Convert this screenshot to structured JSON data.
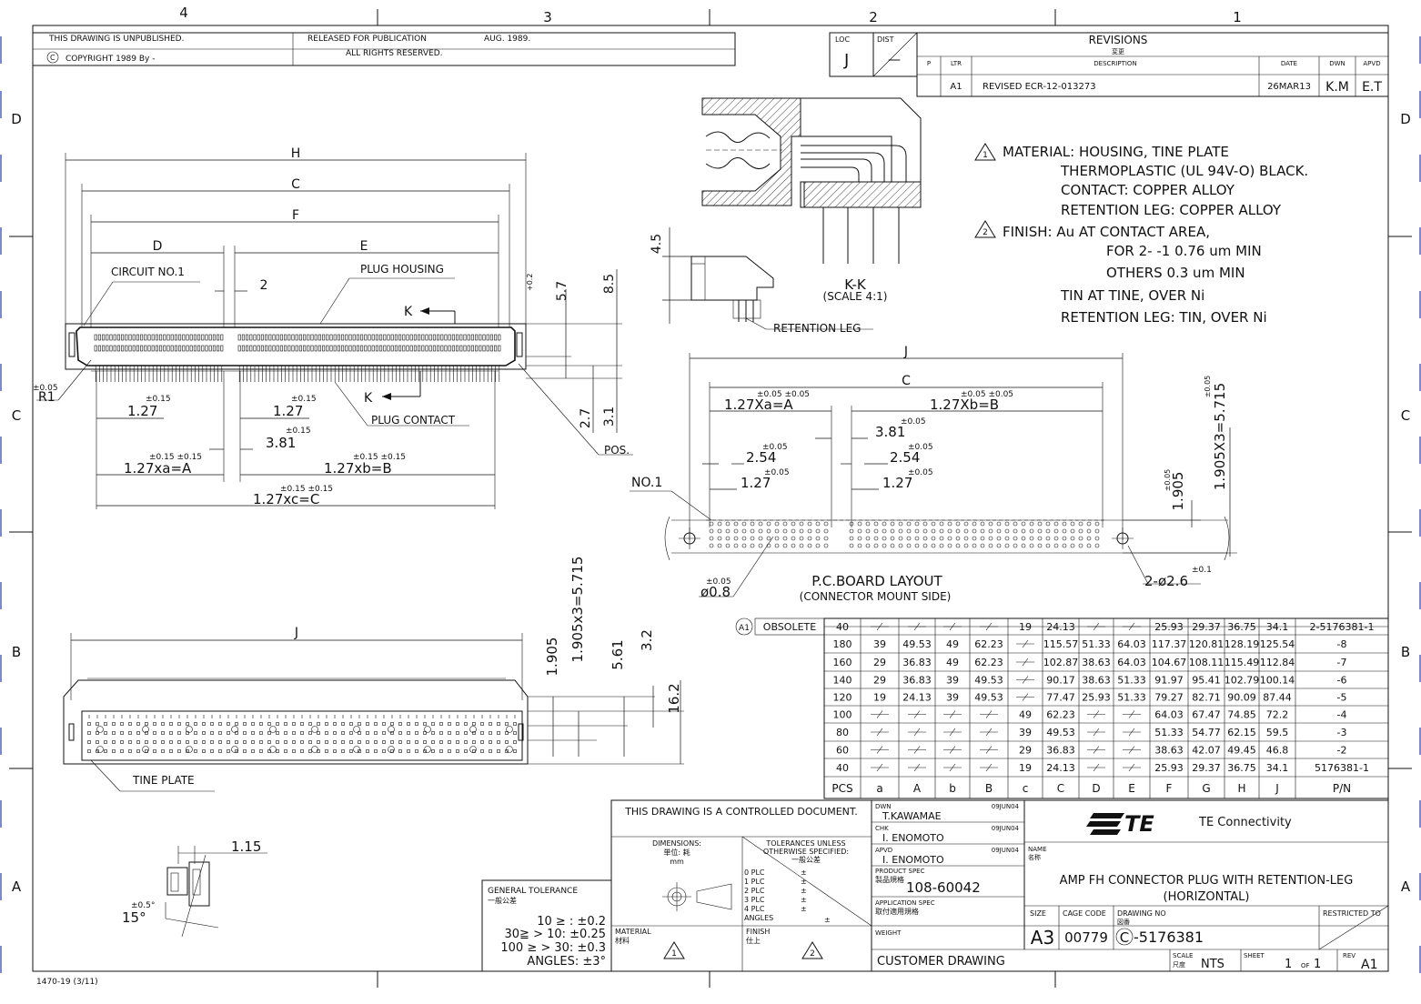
{
  "zones": {
    "top": [
      "4",
      "3",
      "2",
      "1"
    ],
    "left": [
      "D",
      "C",
      "B",
      "A"
    ],
    "right": [
      "D",
      "C",
      "B",
      "A"
    ]
  },
  "header": {
    "unpublished": "THIS DRAWING IS UNPUBLISHED.",
    "released": "RELEASED FOR PUBLICATION",
    "date": "AUG. 1989.",
    "copyright": "COPYRIGHT 1989 By -",
    "rights": "ALL RIGHTS RESERVED."
  },
  "loc": {
    "loc_label": "LOC",
    "loc_value": "J",
    "dist_label": "DIST",
    "dist_value": "—"
  },
  "revisions": {
    "title": "REVISIONS",
    "title_jp": "変更",
    "cols": [
      "P",
      "LTR",
      "DESCRIPTION",
      "DATE",
      "DWN",
      "APVD"
    ],
    "row": {
      "ltr": "A1",
      "desc": "REVISED ECR-12-013273",
      "date": "26MAR13",
      "dwn": "K.M",
      "apvd": "E.T"
    }
  },
  "notes": {
    "n1": "MATERIAL: HOUSING, TINE PLATE",
    "n1b": "THERMOPLASTIC (UL 94V-O) BLACK.",
    "n1c": "CONTACT: COPPER ALLOY",
    "n1d": "RETENTION LEG: COPPER ALLOY",
    "n2": "FINISH: Au AT CONTACT AREA,",
    "n2b": "FOR 2- -1   0.76 um MIN",
    "n2c": "OTHERS   0.3 um MIN",
    "n2d": "TIN AT TINE, OVER Ni",
    "n2e": "RETENTION LEG: TIN, OVER Ni",
    "marker1": "1",
    "marker2": "2"
  },
  "section_kk": {
    "title": "K-K",
    "scale": "(SCALE 4:1)",
    "leg": "RETENTION LEG",
    "dim_45": "4.5"
  },
  "front_view": {
    "H": "H",
    "C": "C",
    "F": "F",
    "D": "D",
    "E": "E",
    "circuit": "CIRCUIT NO.1",
    "plug_housing": "PLUG HOUSING",
    "plug_contact": "PLUG CONTACT",
    "two": "2",
    "K1": "K",
    "K2": "K",
    "pos": "POS.",
    "r1_tol": "±0.05",
    "r1": "R1",
    "d127a_tol": "±0.15",
    "d127a": "1.27",
    "d127b_tol": "±0.15",
    "d127b": "1.27",
    "d381_tol": "±0.15",
    "d381": "3.81",
    "xa_tol": "±0.15   ±0.15",
    "xa": "1.27xa=A",
    "xb_tol": "±0.15   ±0.15",
    "xb": "1.27xb=B",
    "xc_tol": "±0.15   ±0.15",
    "xc": "1.27xc=C",
    "d57_tol": "+0.2\n0",
    "d57": "5.7",
    "d85": "8.5",
    "d27": "2.7",
    "d31": "3.1"
  },
  "pcb": {
    "J": "J",
    "C": "C",
    "xa_tol": "±0.05   ±0.05",
    "xa": "1.27Xa=A",
    "xb_tol": "±0.05   ±0.05",
    "xb": "1.27Xb=B",
    "t381": "±0.05",
    "d381": "3.81",
    "t254a": "±0.05",
    "d254a": "2.54",
    "t254b": "±0.05",
    "d254b": "2.54",
    "t127a": "±0.05",
    "d127a": "1.27",
    "t127b": "±0.05",
    "d127b": "1.27",
    "no1": "NO.1",
    "hole_tol": "±0.05",
    "hole": "ø0.8",
    "mount": "2-ø2.6",
    "mount_tol": "±0.1",
    "v1905_tol": "±0.05",
    "v1905": "1.905",
    "v5715_tol": "±0.05",
    "v5715": "1.905X3=5.715",
    "title": "P.C.BOARD LAYOUT",
    "subtitle": "(CONNECTOR MOUNT SIDE)"
  },
  "bottom_view": {
    "J": "J",
    "tine": "TINE PLATE",
    "d1905": "1.905",
    "d5715": "1.905x3=5.715",
    "d561": "5.61",
    "d32": "3.2",
    "d162": "16.2"
  },
  "side_detail": {
    "d115": "1.15",
    "tol": "±0.5°",
    "angle": "15°"
  },
  "table": {
    "obsolete_marker": "A1",
    "obsolete": "OBSOLETE",
    "headers": [
      "PCS",
      "a",
      "A",
      "b",
      "B",
      "c",
      "C",
      "D",
      "E",
      "F",
      "G",
      "H",
      "J",
      "P/N"
    ],
    "rows": [
      [
        "40",
        "—",
        "—",
        "—",
        "—",
        "19",
        "24.13",
        "—",
        "—",
        "25.93",
        "29.37",
        "36.75",
        "34.1",
        "2-5176381-1"
      ],
      [
        "180",
        "39",
        "49.53",
        "49",
        "62.23",
        "—",
        "115.57",
        "51.33",
        "64.03",
        "117.37",
        "120.81",
        "128.19",
        "125.54",
        "-8"
      ],
      [
        "160",
        "29",
        "36.83",
        "49",
        "62.23",
        "—",
        "102.87",
        "38.63",
        "64.03",
        "104.67",
        "108.11",
        "115.49",
        "112.84",
        "-7"
      ],
      [
        "140",
        "29",
        "36.83",
        "39",
        "49.53",
        "—",
        "90.17",
        "38.63",
        "51.33",
        "91.97",
        "95.41",
        "102.79",
        "100.14",
        "-6"
      ],
      [
        "120",
        "19",
        "24.13",
        "39",
        "49.53",
        "—",
        "77.47",
        "25.93",
        "51.33",
        "79.27",
        "82.71",
        "90.09",
        "87.44",
        "-5"
      ],
      [
        "100",
        "—",
        "—",
        "—",
        "—",
        "49",
        "62.23",
        "—",
        "—",
        "64.03",
        "67.47",
        "74.85",
        "72.2",
        "-4"
      ],
      [
        "80",
        "—",
        "—",
        "—",
        "—",
        "39",
        "49.53",
        "—",
        "—",
        "51.33",
        "54.77",
        "62.15",
        "59.5",
        "-3"
      ],
      [
        "60",
        "—",
        "—",
        "—",
        "—",
        "29",
        "36.83",
        "—",
        "—",
        "38.63",
        "42.07",
        "49.45",
        "46.8",
        "-2"
      ],
      [
        "40",
        "—",
        "—",
        "—",
        "—",
        "19",
        "24.13",
        "—",
        "—",
        "25.93",
        "29.37",
        "36.75",
        "34.1",
        "5176381-1"
      ]
    ]
  },
  "title_block": {
    "controlled": "THIS DRAWING IS A CONTROLLED DOCUMENT.",
    "dwn_label": "DWN",
    "dwn": "T.KAWAMAE",
    "dwn_date": "09JUN04",
    "chk_label": "CHK",
    "chk": "I. ENOMOTO",
    "chk_date": "09JUN04",
    "apvd_label": "APVD",
    "apvd": "I. ENOMOTO",
    "apvd_date": "09JUN04",
    "product_spec_label": "PRODUCT SPEC",
    "product_spec_jp": "製品規格",
    "product_spec": "108-60042",
    "app_spec_label": "APPLICATION SPEC",
    "app_spec_jp": "取付適用規格",
    "weight_label": "WEIGHT",
    "dimensions": "DIMENSIONS:",
    "dimensions_jp": "単位: 耗",
    "dimensions_unit": "mm",
    "tol_title": "TOLERANCES UNLESS",
    "tol_title2": "OTHERWISE SPECIFIED:",
    "tol_jp": "一般公差",
    "plc": [
      "0 PLC",
      "1 PLC",
      "2 PLC",
      "3 PLC",
      "4 PLC",
      "ANGLES"
    ],
    "pm": "±",
    "material_label": "MATERIAL",
    "material_jp": "材料",
    "finish_label": "FINISH",
    "finish_jp": "仕上",
    "gt_title": "GENERAL TOLERANCE",
    "gt_jp": "一般公差",
    "gt1": "10 ≥ : ±0.2",
    "gt2": "30≧ > 10: ±0.25",
    "gt3": "100 ≥ > 30: ±0.3",
    "gt4": "ANGLES: ±3°",
    "company": "TE Connectivity",
    "logo": "TE",
    "name_label": "NAME",
    "name_jp": "名称",
    "name1": "AMP FH CONNECTOR PLUG WITH RETENTION-LEG",
    "name2": "(HORIZONTAL)",
    "size_label": "SIZE",
    "size": "A3",
    "cage_label": "CAGE CODE",
    "cage": "00779",
    "dwg_label": "DRAWING NO",
    "dwg_jp": "図番",
    "dwg_prefix": "C",
    "dwg": "-5176381",
    "restricted": "RESTRICTED TO",
    "customer": "CUSTOMER DRAWING",
    "scale_label": "SCALE",
    "scale_jp": "尺度",
    "scale": "NTS",
    "sheet_label": "SHEET",
    "sheet": "1",
    "of": "OF",
    "sheet_total": "1",
    "rev_label": "REV",
    "rev": "A1",
    "form": "1470-19 (3/11)"
  }
}
